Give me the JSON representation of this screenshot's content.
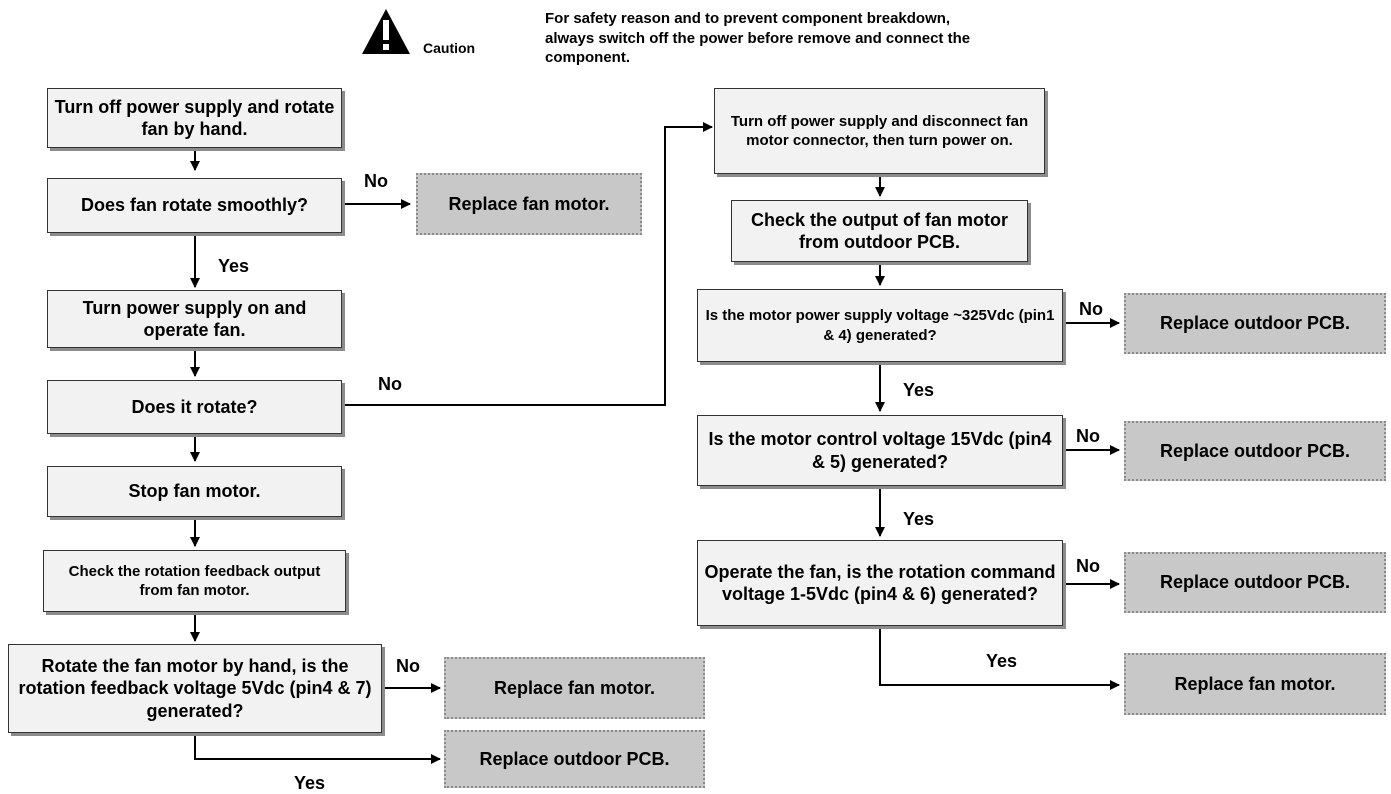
{
  "caution": {
    "label": "Caution",
    "text": "For safety reason and to prevent component breakdown, always switch off the power before remove and connect the component."
  },
  "left": {
    "step1": "Turn off power supply and rotate fan by hand.",
    "q1": "Does fan rotate smoothly?",
    "q1_no_result": "Replace fan motor.",
    "step2": "Turn power supply on and operate fan.",
    "q2": "Does it rotate?",
    "step3": "Stop fan motor.",
    "step4": "Check the rotation feedback output from fan motor.",
    "q3": "Rotate the fan motor by hand, is the rotation feedback voltage 5Vdc (pin4 & 7) generated?",
    "q3_no_result": "Replace fan motor.",
    "q3_yes_result": "Replace outdoor PCB."
  },
  "right": {
    "step1": "Turn off power supply and disconnect fan motor connector, then turn power on.",
    "step2": "Check the output of fan motor from outdoor PCB.",
    "q1": "Is the motor power supply voltage ~325Vdc (pin1 & 4) generated?",
    "q1_no_result": "Replace outdoor PCB.",
    "q2": "Is the motor control voltage 15Vdc (pin4 & 5) generated?",
    "q2_no_result": "Replace outdoor PCB.",
    "q3": "Operate the fan, is the rotation command voltage 1-5Vdc (pin4 & 6) generated?",
    "q3_no_result": "Replace outdoor PCB.",
    "q3_yes_result": "Replace fan motor."
  },
  "labels": {
    "yes": "Yes",
    "no": "No"
  }
}
